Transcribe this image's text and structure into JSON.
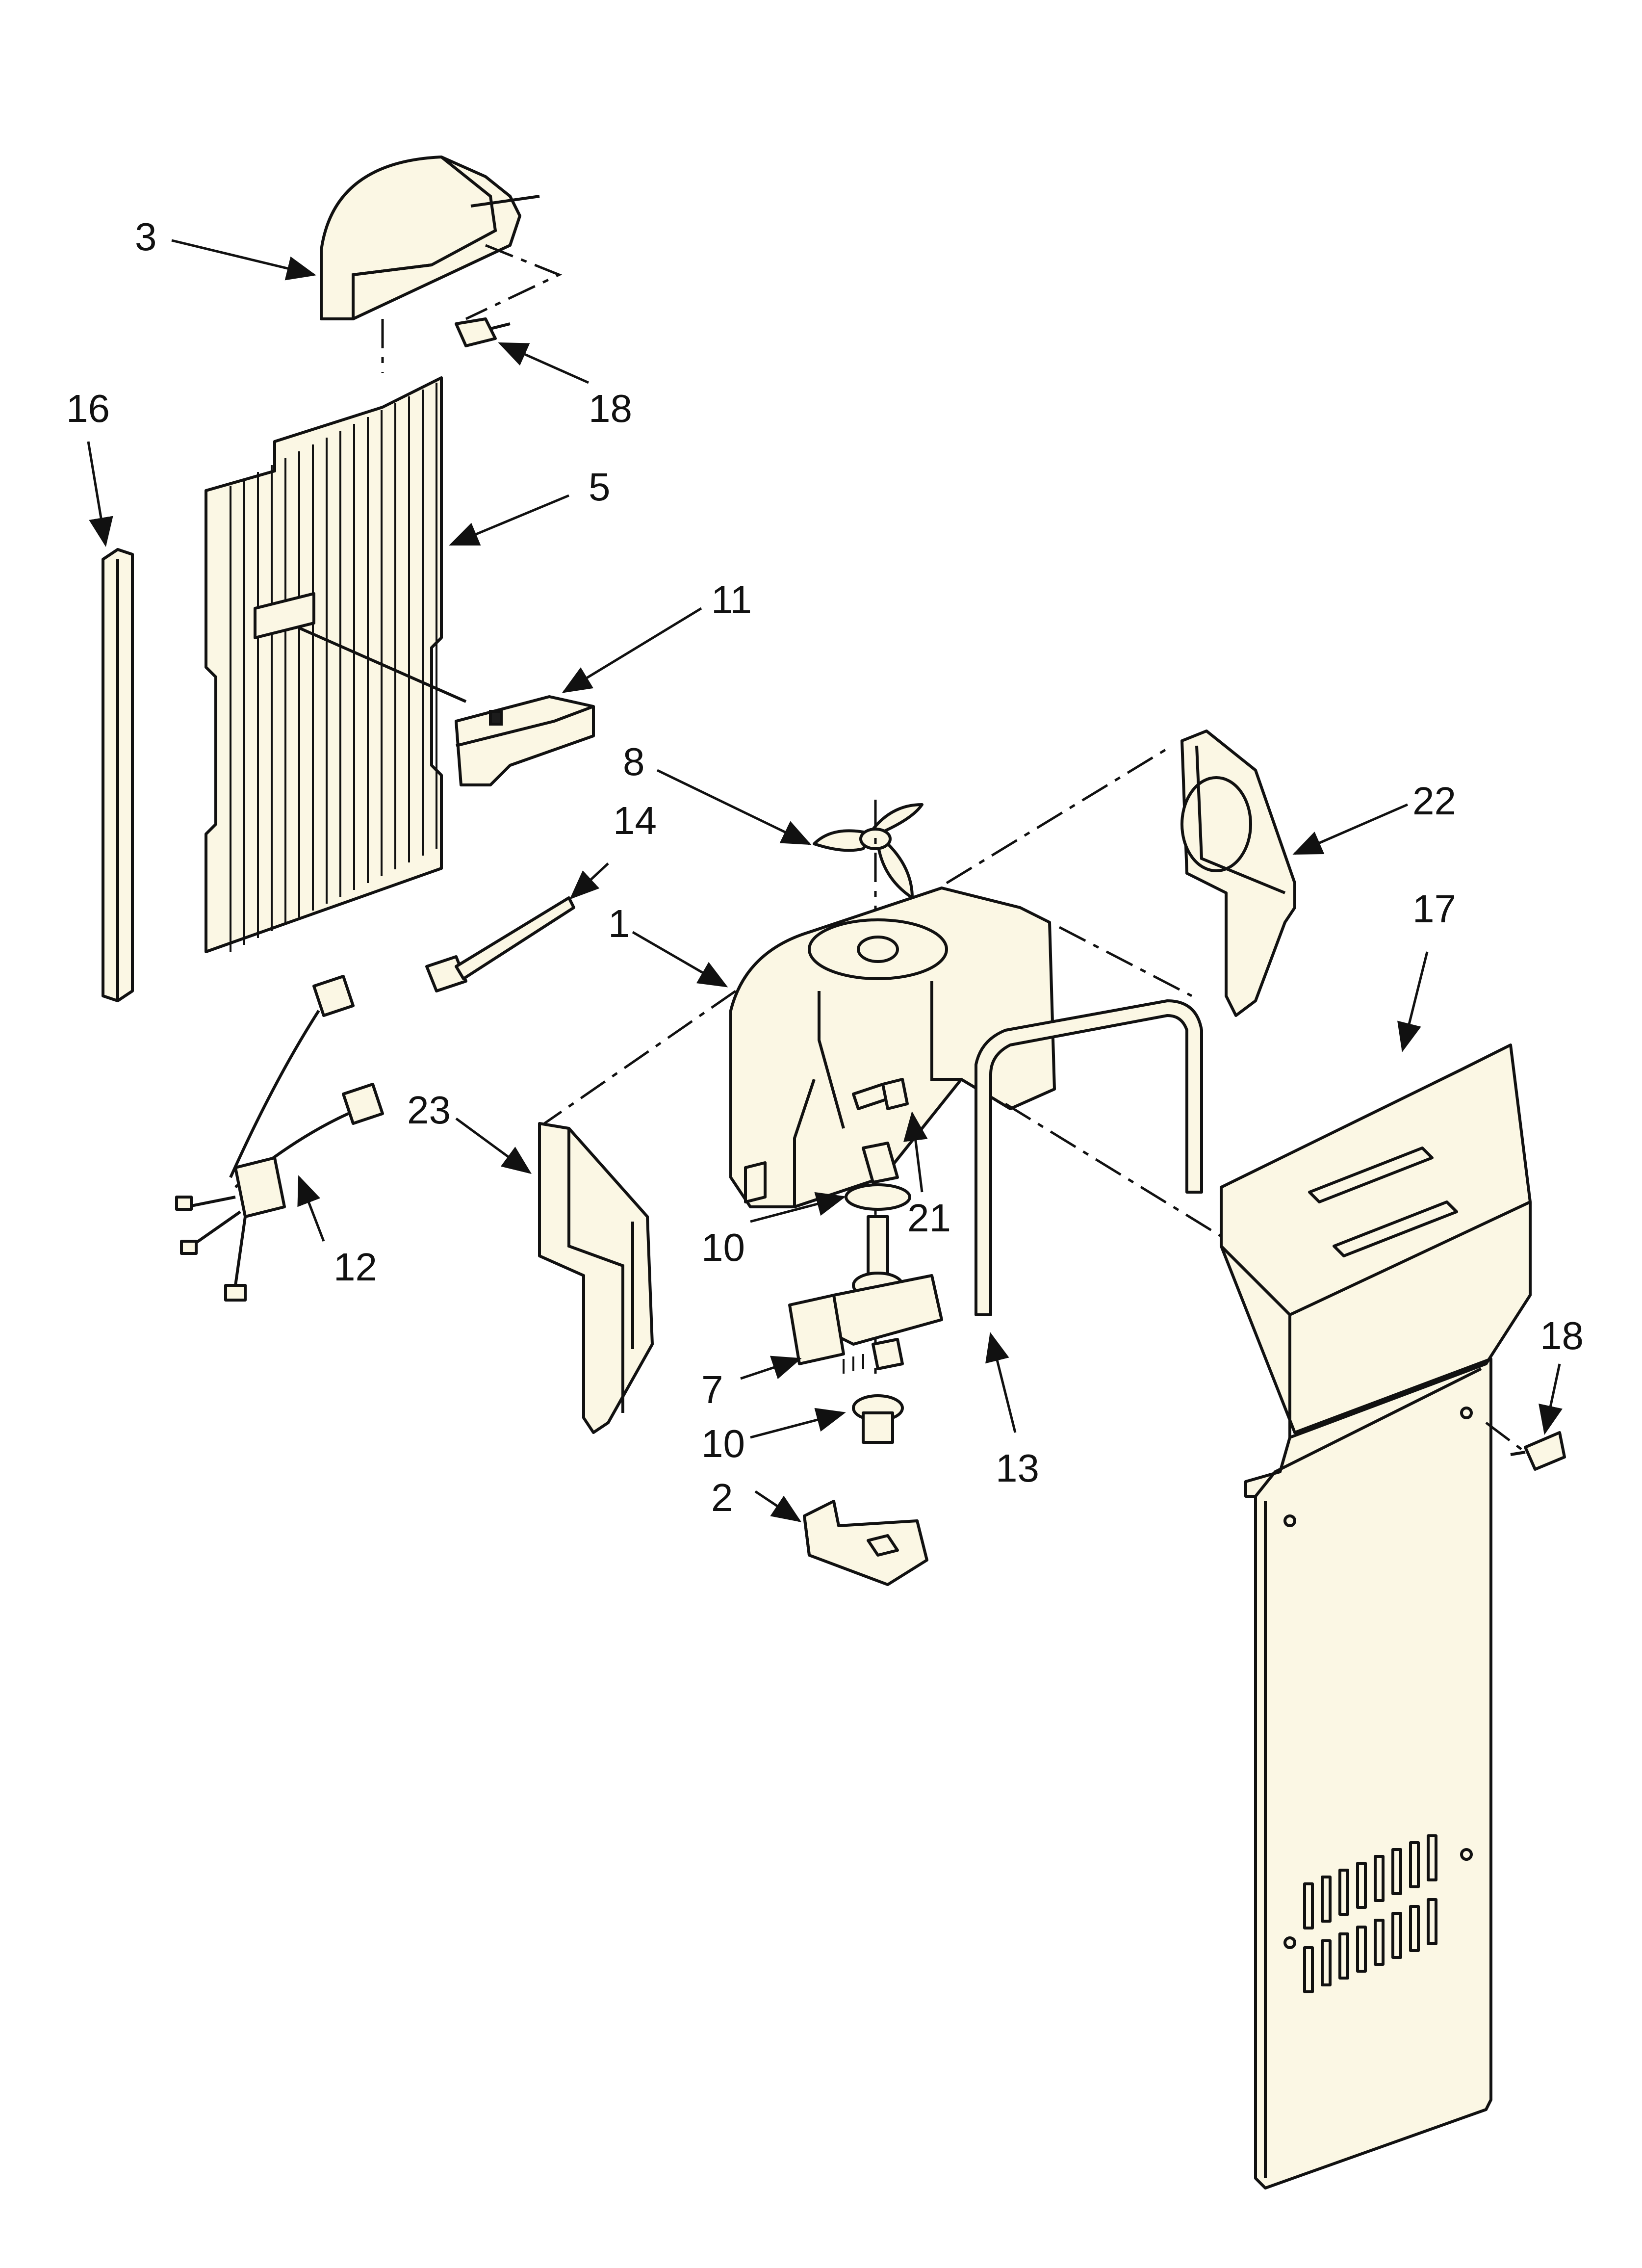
{
  "diagram": {
    "callouts": [
      {
        "id": "c3",
        "text": "3"
      },
      {
        "id": "c18a",
        "text": "18"
      },
      {
        "id": "c16",
        "text": "16"
      },
      {
        "id": "c5",
        "text": "5"
      },
      {
        "id": "c11",
        "text": "11"
      },
      {
        "id": "c8",
        "text": "8"
      },
      {
        "id": "c14",
        "text": "14"
      },
      {
        "id": "c1",
        "text": "1"
      },
      {
        "id": "c22",
        "text": "22"
      },
      {
        "id": "c17",
        "text": "17"
      },
      {
        "id": "c23",
        "text": "23"
      },
      {
        "id": "c12",
        "text": "12"
      },
      {
        "id": "c10a",
        "text": "10"
      },
      {
        "id": "c21",
        "text": "21"
      },
      {
        "id": "c7",
        "text": "7"
      },
      {
        "id": "c10b",
        "text": "10"
      },
      {
        "id": "c2",
        "text": "2"
      },
      {
        "id": "c13",
        "text": "13"
      },
      {
        "id": "c18b",
        "text": "18"
      }
    ]
  }
}
